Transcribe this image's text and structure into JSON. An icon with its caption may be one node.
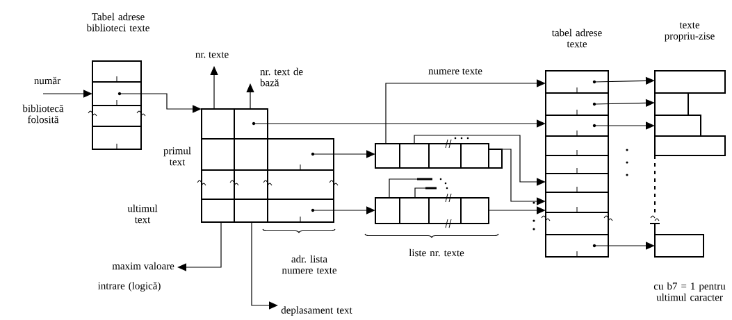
{
  "diagram": {
    "nodes": [
      {
        "text": [
          "Tabel adrese biblioteci texte"
        ]
      },
      {
        "text": [],
        "shape": "box",
        "beside": [
          "primul text",
          "ultimul text"
        ]
      },
      {
        "text": [],
        "shape": "box"
      },
      {
        "text": [],
        "shape": "box"
      },
      {
        "text": [
          "tabel adrese texte"
        ]
      },
      {
        "text": [
          "texte propriu-zise"
        ],
        "beside": [
          "cu b7 = 1 pentru ultimul caracter"
        ]
      }
    ],
    "edges": [
      {
        "from": null,
        "to": 0,
        "arrow": "to",
        "label": "număr"
      },
      {
        "from": 0,
        "to": 1,
        "arrow": "to"
      },
      {
        "from": 1,
        "to": null,
        "arrow": "to",
        "label": "nr. texte"
      },
      {
        "from": 1,
        "to": null,
        "arrow": "to",
        "label": "nr. text de bază"
      },
      {
        "from": 1,
        "to": 4,
        "arrow": "to"
      },
      {
        "from": 1,
        "to": 2,
        "arrow": "to"
      },
      {
        "from": 1,
        "to": 3,
        "arrow": "to"
      },
      {
        "from": 2,
        "to": 4,
        "arrow": "to",
        "label": "numere texte"
      },
      {
        "from": 2,
        "to": 4,
        "arrow": "to"
      },
      {
        "from": 2,
        "to": 4,
        "arrow": "to"
      },
      {
        "from": 3,
        "to": 4,
        "arrow": "to"
      },
      {
        "from": 4,
        "to": 5,
        "arrow": "to"
      },
      {
        "from": 4,
        "to": 5,
        "arrow": "to"
      },
      {
        "from": 4,
        "to": 5,
        "arrow": "to"
      },
      {
        "from": 4,
        "to": 5,
        "arrow": "to"
      },
      {
        "from": 1,
        "to": null,
        "arrow": "to",
        "label": "maxim valoare"
      },
      {
        "from": 1,
        "to": null,
        "arrow": "to",
        "label": "deplasament text"
      }
    ],
    "labels": [
      "bibliotecă folosită",
      "intrare (logică)",
      "adr. lista numere texte",
      "liste nr. texte"
    ]
  }
}
